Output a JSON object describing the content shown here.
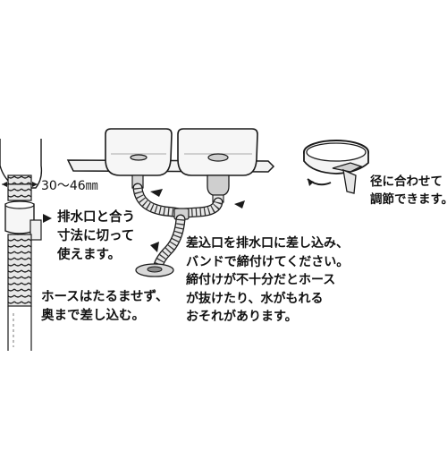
{
  "labels": {
    "dimension": "30～46㎜",
    "cut_note": "排水口と合う\n寸法に切って\n使えます。",
    "hose_note": "ホースはたるませず、\n奥まで差し込む。",
    "main_note": "差込口を排水口に差し込み、\nバンドで締付けてください。\n締付けが不十分だとホース\nが抜けたり、水がもれる\nおそれがあります。",
    "band_note": "径に合わせて\n調節できます。"
  },
  "colors": {
    "line": "#1a1a1a",
    "fill_light": "#f2f2f2",
    "fill_mid": "#d9d9d9",
    "fill_dark": "#9a9a9a"
  }
}
